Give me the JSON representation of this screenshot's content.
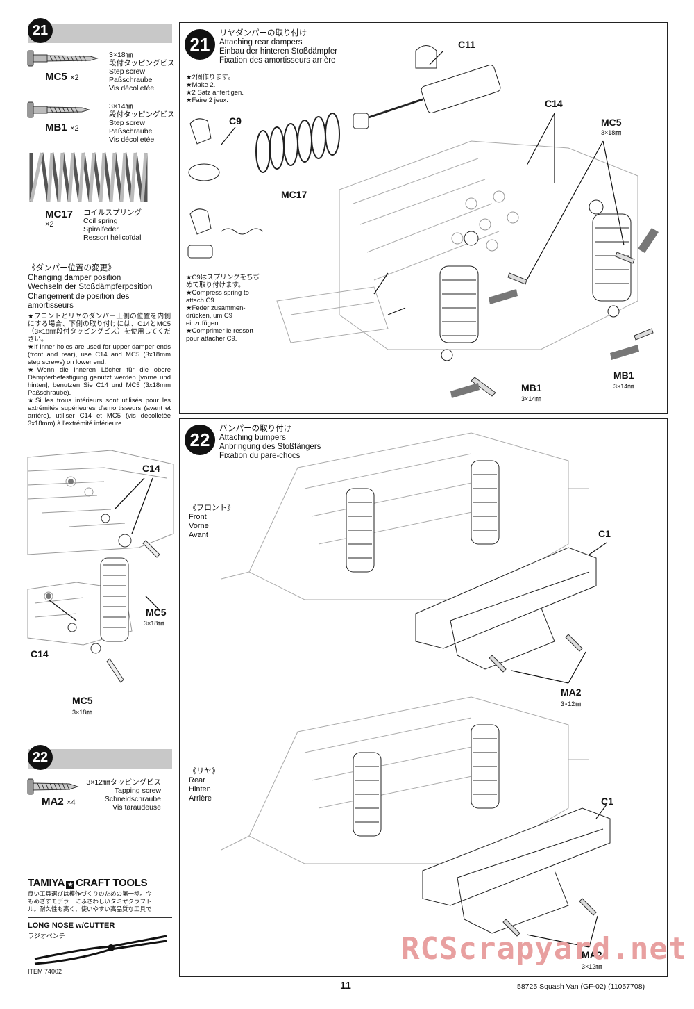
{
  "left": {
    "step21_num": "21",
    "parts": [
      {
        "code": "MC5",
        "qty": "×2",
        "l1": "3×18㎜",
        "l2": "段付タッピングビス",
        "l3": "Step screw",
        "l4": "Paßschraube",
        "l5": "Vis décolletée"
      },
      {
        "code": "MB1",
        "qty": "×2",
        "l1": "3×14㎜",
        "l2": "段付タッピングビス",
        "l3": "Step screw",
        "l4": "Paßschraube",
        "l5": "Vis décolletée"
      },
      {
        "code": "MC17",
        "qty": "×2",
        "l1": "コイルスプリング",
        "l2": "Coil spring",
        "l3": "Spiralfeder",
        "l4": "Ressort hélicoïdal"
      }
    ],
    "change": {
      "jp": "《ダンパー位置の変更》",
      "en": "Changing damper position",
      "de": "Wechseln der Stoßdämpferposition",
      "fr1": "Changement de position des",
      "fr2": "amortisseurs",
      "jp_note": "★フロントとリヤのダンパー上側の位置を内側にする場合、下側の取り付けには、C14とMC5（3×18㎜段付タッピングビス）を使用してください。",
      "en_note": "★If inner holes are used for upper damper ends (front and rear), use C14 and MC5 (3x18mm step screws) on lower end.",
      "de_note": "★Wenn die inneren Löcher für die obere Dämpferbefestigung genutzt werden [vorne und hinten], benutzen Sie C14 und MC5 (3x18mm Paßschraube).",
      "fr_note": "★Si les trous intérieurs sont utilisés pour les extrémités supérieures d'amortisseurs (avant et arrière), utiliser C14 et MC5 (vis décolletée 3x18mm) à l'extrémité inférieure."
    },
    "diagram_labels": {
      "c14_top": "C14",
      "mc5_mid": "MC5",
      "mc5_mid_dim": "3×18㎜",
      "c14_bot": "C14",
      "mc5_bot": "MC5",
      "mc5_bot_dim": "3×18㎜"
    },
    "step22_num": "22",
    "part22": {
      "code": "MA2",
      "qty": "×4",
      "l1": "3×12㎜タッピングビス",
      "l2": "Tapping screw",
      "l3": "Schneidschraube",
      "l4": "Vis taraudeuse"
    },
    "tamiya": {
      "brand": "TAMIYA",
      "brand2": "CRAFT TOOLS",
      "jp1": "良い工具選びは模作づくりのための第一歩。今",
      "jp2": "もめざすモデラーにふさわしいタミヤクラフト",
      "jp3": "ル。耐久性も高く、使いやすい高品質な工具で",
      "tool": "LONG NOSE w/CUTTER",
      "tool_jp": "ラジオペンチ",
      "item": "ITEM 74002"
    }
  },
  "step21": {
    "num": "21",
    "jp": "リヤダンパーの取り付け",
    "en": "Attaching rear dampers",
    "de": "Einbau der hinteren Stoßdämpfer",
    "fr": "Fixation des amortisseurs arrière",
    "make": [
      "★2個作ります。",
      "★Make 2.",
      "★2 Satz anfertigen.",
      "★Faire 2 jeux."
    ],
    "c9note": [
      "★C9はスプリングをちぢ",
      "めて取り付けます。",
      "★Compress spring to",
      "attach C9.",
      "★Feder zusammen-",
      "drücken, um C9",
      "einzufügen.",
      "★Comprimer le ressort",
      "pour attacher C9."
    ],
    "labels": {
      "c11": "C11",
      "c9": "C9",
      "mc17": "MC17",
      "c14": "C14",
      "mc5": "MC5",
      "mc5_dim": "3×18㎜",
      "mb1_left": "MB1",
      "mb1_left_dim": "3×14㎜",
      "mb1_right": "MB1",
      "mb1_right_dim": "3×14㎜"
    }
  },
  "step22": {
    "num": "22",
    "jp": "バンパーの取り付け",
    "en": "Attaching bumpers",
    "de": "Anbringung des Stoßfängers",
    "fr": "Fixation du pare-chocs",
    "front": [
      "《フロント》",
      "Front",
      "Vorne",
      "Avant"
    ],
    "rear": [
      "《リヤ》",
      "Rear",
      "Hinten",
      "Arrière"
    ],
    "labels": {
      "c1_front": "C1",
      "ma2_front": "MA2",
      "ma2_front_dim": "3×12㎜",
      "c1_rear": "C1",
      "ma2_rear": "MA2",
      "ma2_rear_dim": "3×12㎜"
    }
  },
  "footer": {
    "page": "11",
    "model": "58725  Squash Van (GF-02) (11057708)"
  },
  "watermark": "RCScrapyard.net"
}
